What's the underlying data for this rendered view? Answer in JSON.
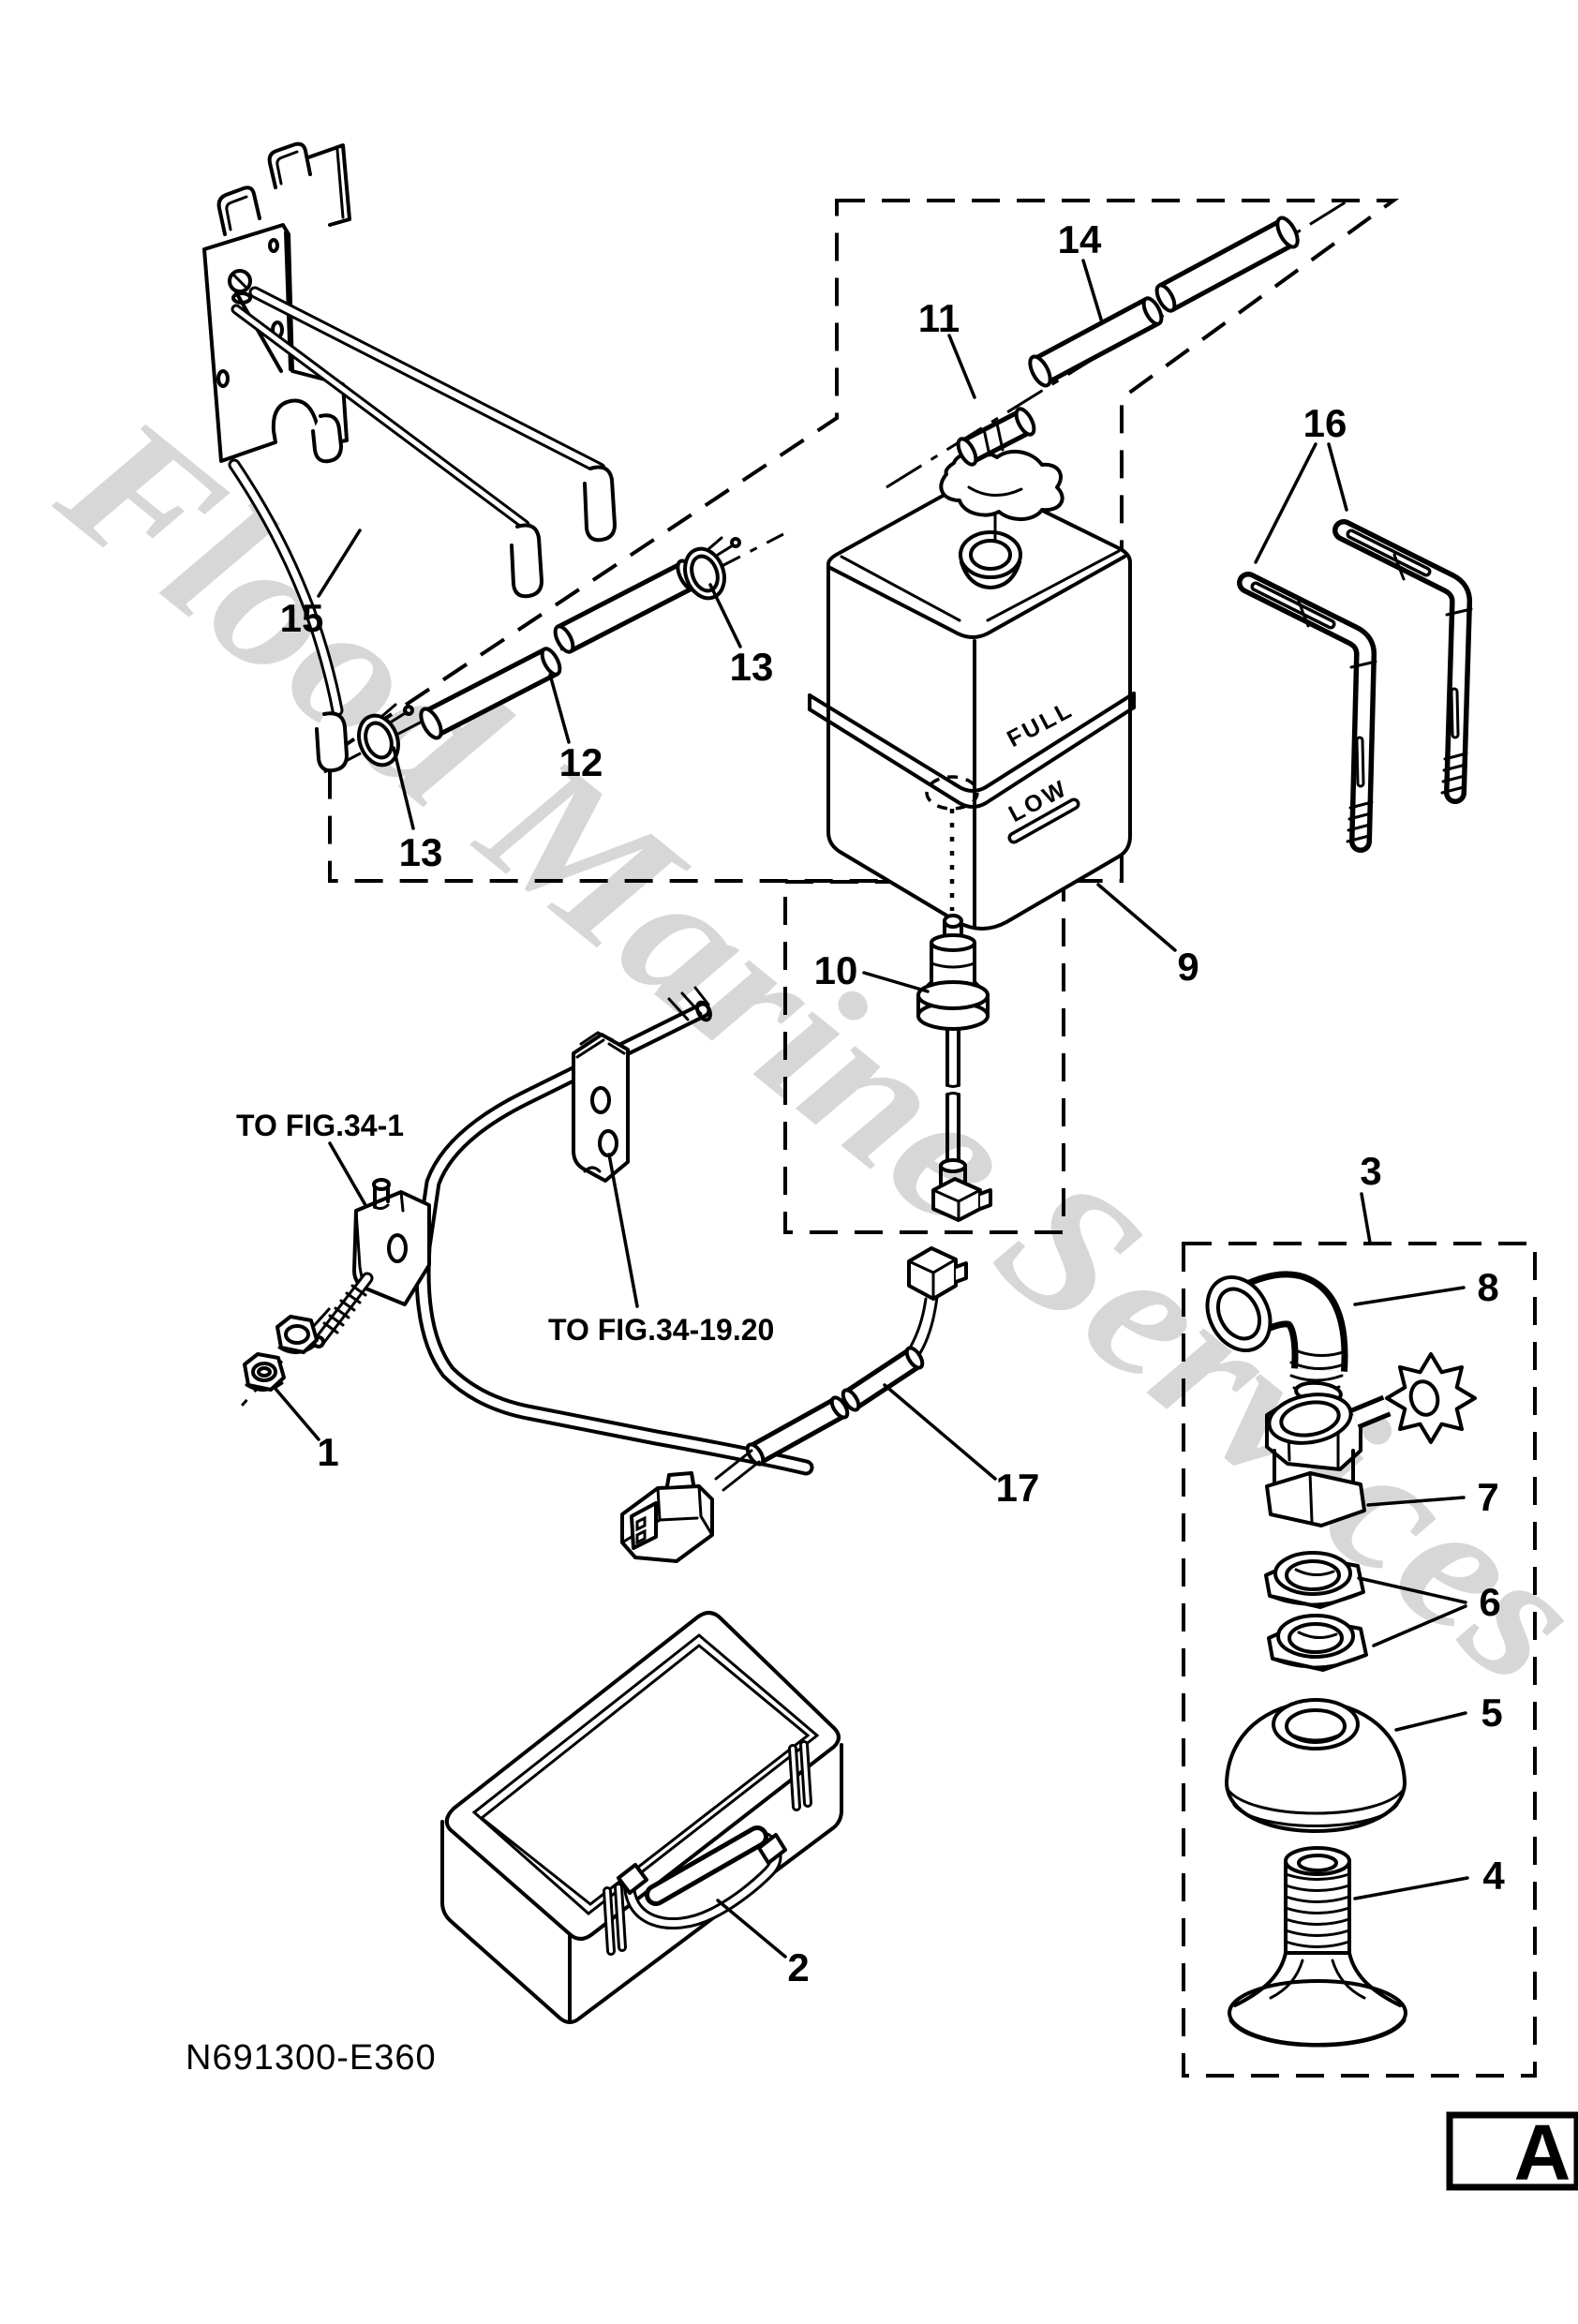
{
  "diagram": {
    "code": "N691300-E360",
    "sheet_letter": "A",
    "watermark_text": "Flood Marine Services",
    "tank": {
      "full_label": "FULL",
      "low_label": "LOW"
    },
    "references": {
      "fig34_1": "TO FIG.34-1",
      "fig34_19_20": "TO FIG.34-19.20"
    },
    "callouts": {
      "c1": {
        "label": "1"
      },
      "c2": {
        "label": "2"
      },
      "c3": {
        "label": "3"
      },
      "c4": {
        "label": "4"
      },
      "c5": {
        "label": "5"
      },
      "c6": {
        "label": "6"
      },
      "c7": {
        "label": "7"
      },
      "c8": {
        "label": "8"
      },
      "c9": {
        "label": "9"
      },
      "c10": {
        "label": "10"
      },
      "c11": {
        "label": "11"
      },
      "c12": {
        "label": "12"
      },
      "c13a": {
        "label": "13"
      },
      "c13b": {
        "label": "13"
      },
      "c14": {
        "label": "14"
      },
      "c15": {
        "label": "15"
      },
      "c16": {
        "label": "16"
      },
      "c17": {
        "label": "17"
      }
    },
    "colors": {
      "line": "#000000",
      "background": "#ffffff",
      "watermark": "#d7d7d7"
    }
  }
}
